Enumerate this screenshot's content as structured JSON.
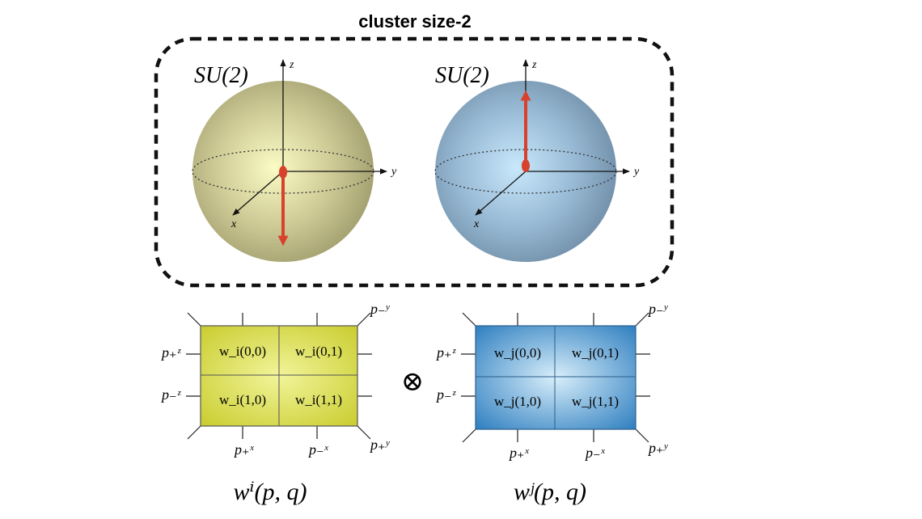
{
  "title": "cluster size-2",
  "spheres": [
    {
      "group_label": "SU(2)",
      "axes": {
        "x": "x",
        "y": "y",
        "z": "z"
      },
      "spin_direction": "down",
      "color": "#bdb878"
    },
    {
      "group_label": "SU(2)",
      "axes": {
        "x": "x",
        "y": "y",
        "z": "z"
      },
      "spin_direction": "up",
      "color": "#86b0d4"
    }
  ],
  "colors": {
    "arrow": "#d8412c",
    "dashed_border": "#111111",
    "grid_left": "#d9dd4a",
    "grid_right": "#3f8cc8"
  },
  "grids": [
    {
      "cells": [
        "w_i(0,0)",
        "w_i(0,1)",
        "w_i(1,0)",
        "w_i(1,1)"
      ],
      "labels": {
        "pz_plus": "p₊ᶻ",
        "pz_minus": "p₋ᶻ",
        "px_plus": "p₊ˣ",
        "px_minus": "p₋ˣ",
        "py_minus": "p₋ʸ",
        "py_plus": "p₊ʸ"
      },
      "caption": "wⁱ(p, q)"
    },
    {
      "cells": [
        "w_j(0,0)",
        "w_j(0,1)",
        "w_j(1,0)",
        "w_j(1,1)"
      ],
      "labels": {
        "pz_plus": "p₊ᶻ",
        "pz_minus": "p₋ᶻ",
        "px_plus": "p₊ˣ",
        "px_minus": "p₋ˣ",
        "py_minus": "p₋ʸ",
        "py_plus": "p₊ʸ"
      },
      "caption": "wʲ(p, q)"
    }
  ],
  "operator": "⊗"
}
